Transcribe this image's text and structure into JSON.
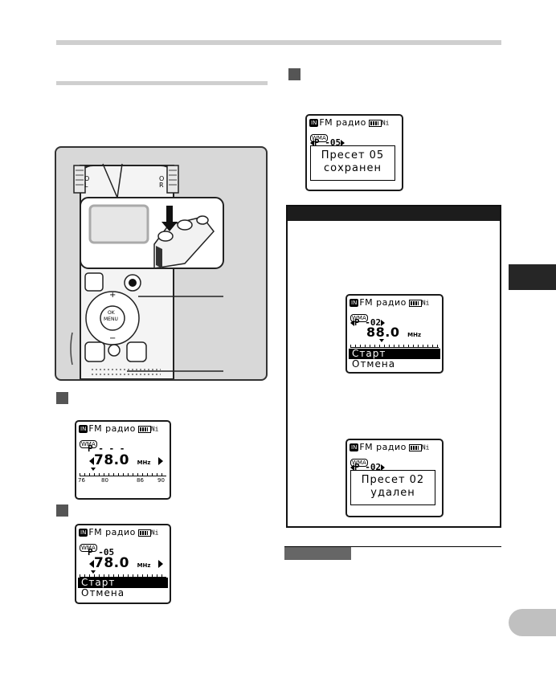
{
  "screens": {
    "s1": {
      "header": "FM радио",
      "in_badge": "IN",
      "ni": "Ni",
      "format": "WMA",
      "preset": "P - - -",
      "frequency": "78.0",
      "unit": "MHz",
      "ticks": [
        "76",
        "80",
        "86",
        "90"
      ]
    },
    "s2": {
      "header": "FM радио",
      "in_badge": "IN",
      "ni": "Ni",
      "format": "WMA",
      "preset": "P -05",
      "frequency": "78.0",
      "unit": "MHz",
      "menu_selected": "Старт",
      "menu_other": "Отмена"
    },
    "s3": {
      "header": "FM радио",
      "in_badge": "IN",
      "ni": "Ni",
      "format": "WMA",
      "preset": "P -05",
      "popup_line1": "Пресет 05",
      "popup_line2": "сохранен"
    },
    "s4": {
      "header": "FM радио",
      "in_badge": "IN",
      "ni": "Ni",
      "format": "WMA",
      "preset": "P -02",
      "frequency": "88.0",
      "unit": "MHz",
      "menu_selected": "Старт",
      "menu_other": "Отмена"
    },
    "s5": {
      "header": "FM радио",
      "in_badge": "IN",
      "ni": "Ni",
      "format": "WMA",
      "preset": "P -02",
      "popup_line1": "Пресет 02",
      "popup_line2": "удален"
    }
  },
  "device": {
    "label_l": "L",
    "label_r": "R",
    "label_o1": "O",
    "label_o2": "O",
    "ok_label": "OK",
    "menu_label": "MENU",
    "plus": "+",
    "minus": "−"
  },
  "colors": {
    "rule": "#cfcfcf",
    "dark_tab": "#262626",
    "page_tab": "#c0c0c0"
  }
}
